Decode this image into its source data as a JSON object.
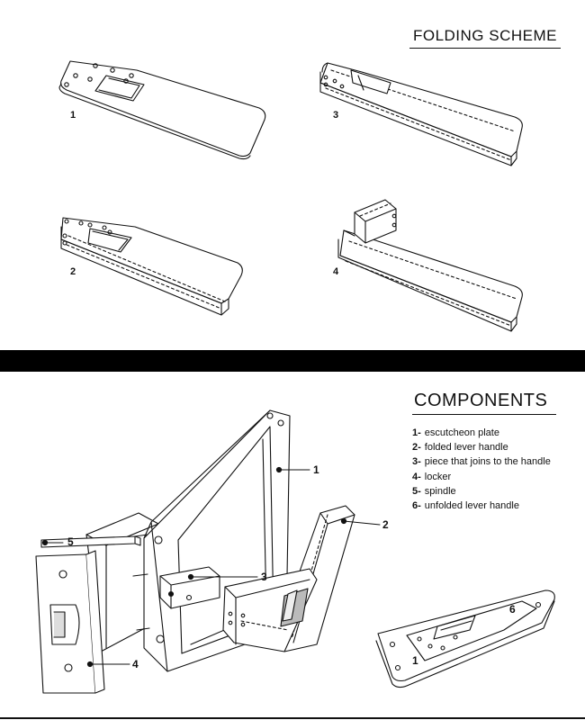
{
  "folding_scheme": {
    "title": "FOLDING SCHEME",
    "steps": [
      "1",
      "2",
      "3",
      "4"
    ]
  },
  "components": {
    "title": "COMPONENTS",
    "items": [
      {
        "num": "1-",
        "label": "escutcheon plate"
      },
      {
        "num": "2-",
        "label": "folded lever handle"
      },
      {
        "num": "3-",
        "label": "piece that joins to the handle"
      },
      {
        "num": "4-",
        "label": "locker"
      },
      {
        "num": "5-",
        "label": "spindle"
      },
      {
        "num": "6-",
        "label": "unfolded lever handle"
      }
    ],
    "callouts": [
      "1",
      "2",
      "3",
      "4",
      "5",
      "1",
      "6"
    ]
  }
}
